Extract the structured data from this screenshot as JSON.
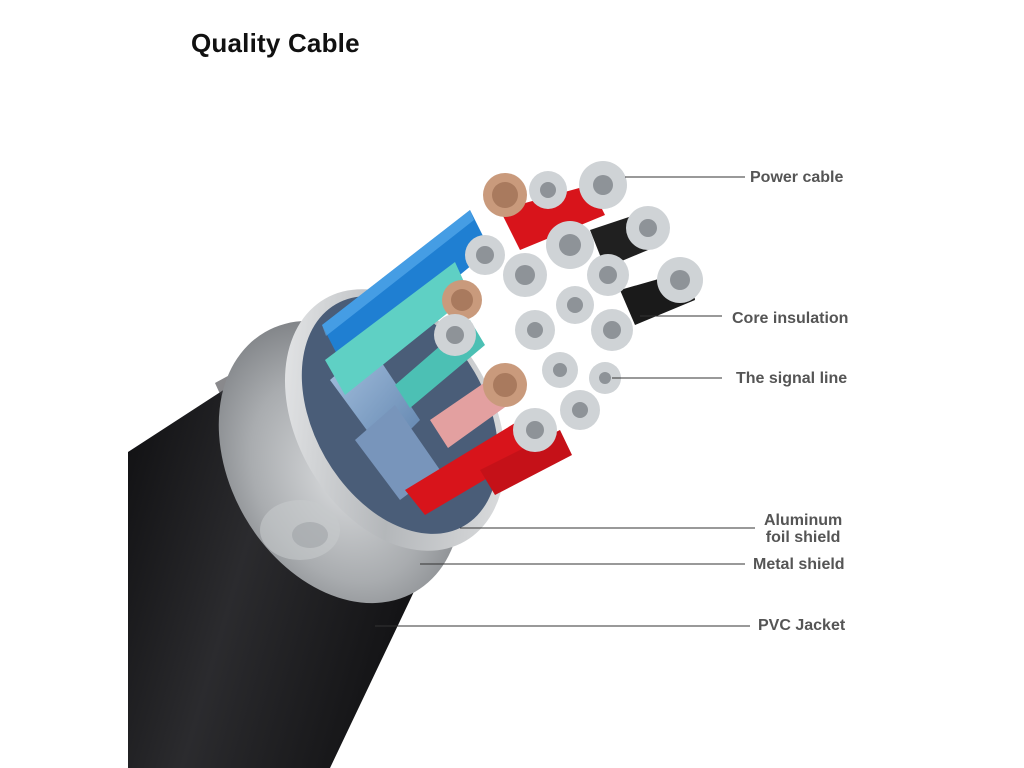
{
  "title": "Quality Cable",
  "labels": {
    "power_cable": "Power  cable",
    "core_insulation": "Core insulation",
    "signal_line": "The signal line",
    "aluminum_line1": "Aluminum",
    "aluminum_line2": "foil shield",
    "metal_shield": "Metal shield",
    "pvc_jacket": "PVC Jacket"
  },
  "colors": {
    "jacket": "#1c1c1e",
    "metal": "#b9bcbf",
    "foil": "#7f9fc2",
    "red": "#d8141b",
    "blue": "#1f7fd2",
    "teal": "#5fd0c4",
    "pink": "#e3a0a0",
    "black": "#202020",
    "copper": "#c99a7c",
    "silver": "#cfd3d6"
  }
}
